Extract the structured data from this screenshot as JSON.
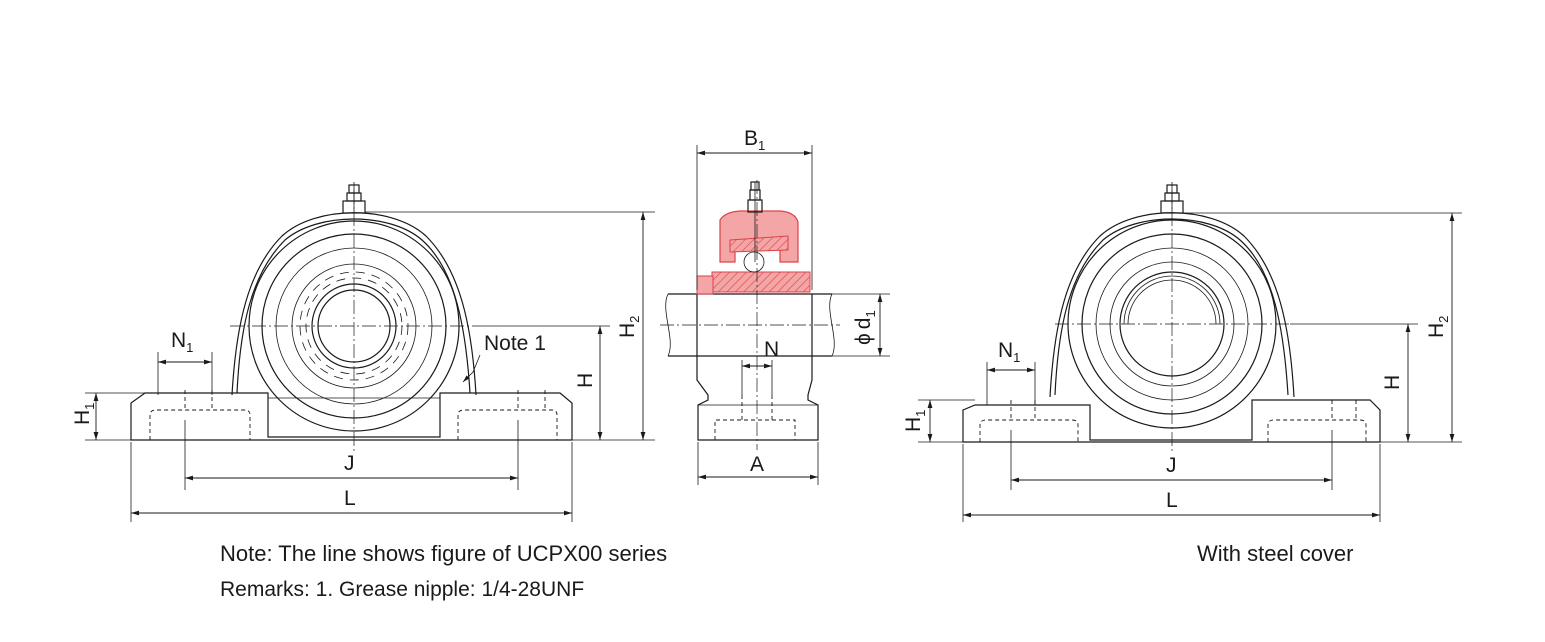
{
  "dimensions": {
    "B1": {
      "main": "B",
      "sub": "1"
    },
    "N1_left": {
      "main": "N",
      "sub": "1"
    },
    "H1_left": {
      "main": "H",
      "sub": "1"
    },
    "H_left": "H",
    "H2_left": {
      "main": "H",
      "sub": "2"
    },
    "J_left": "J",
    "L_left": "L",
    "N_mid": "N",
    "A_mid": "A",
    "d1_mid": {
      "prefix": "ϕ",
      "main": "d",
      "sub": "1"
    },
    "N1_right": {
      "main": "N",
      "sub": "1"
    },
    "H1_right": {
      "main": "H",
      "sub": "1"
    },
    "H_right": "H",
    "H2_right": {
      "main": "H",
      "sub": "2"
    },
    "J_right": "J",
    "L_right": "L"
  },
  "callouts": {
    "note1": "Note 1"
  },
  "notes": {
    "main": "Note: The line shows figure of UCPX00 series",
    "remarks": "Remarks: 1. Grease nipple: 1/4-28UNF",
    "cover_caption": "With steel cover"
  },
  "colors": {
    "section_fill": "#f4a6a6",
    "section_stroke": "#d9434a",
    "line": "#1a1a1a"
  }
}
